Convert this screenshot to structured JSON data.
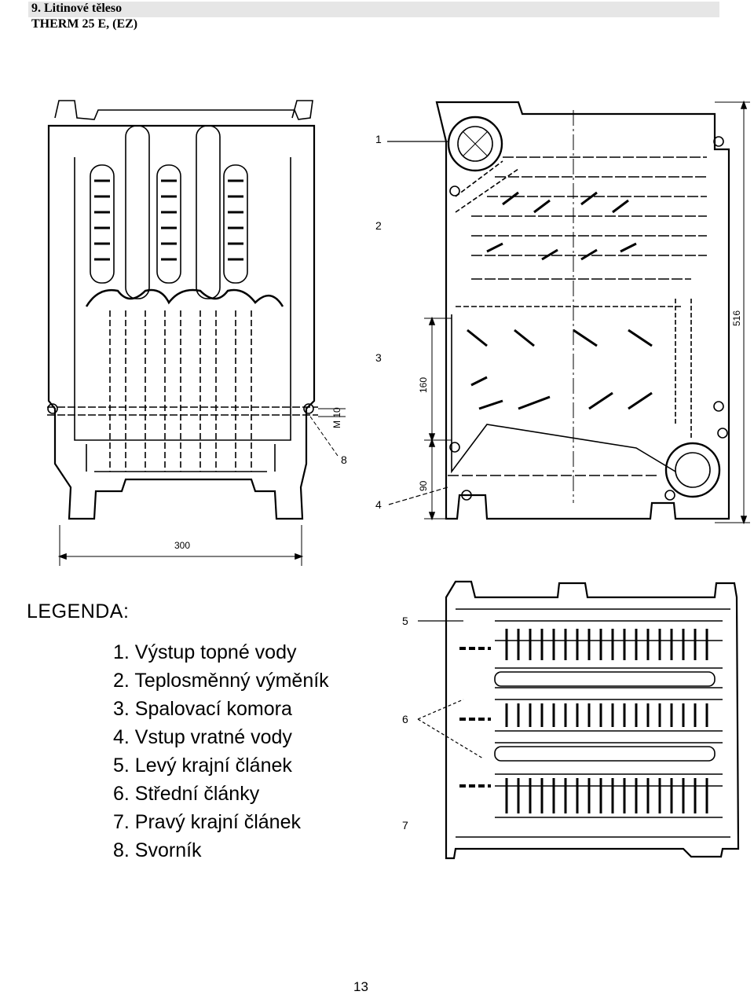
{
  "header": {
    "section_title": "9. Litinové těleso",
    "model": "THERM 25 E, (EZ)"
  },
  "drawing": {
    "dim_width": "300",
    "dim_height": "516",
    "dim_combustion": "160",
    "dim_bottom": "90",
    "dim_bolt": "M 10",
    "callouts": [
      "1",
      "2",
      "3",
      "4",
      "5",
      "6",
      "7",
      "8"
    ]
  },
  "legend": {
    "title": "LEGENDA:",
    "items": [
      "1. Výstup topné vody",
      "2. Teplosměnný výměník",
      "3. Spalovací komora",
      "4. Vstup vratné vody",
      "5. Levý krajní článek",
      "6. Střední články",
      "7. Pravý krajní článek",
      "8. Svorník"
    ]
  },
  "footer": {
    "page_number": "13"
  }
}
